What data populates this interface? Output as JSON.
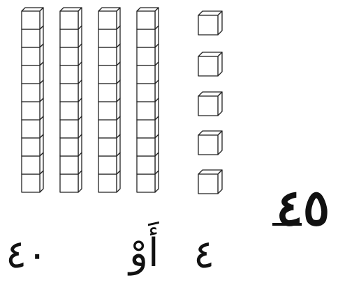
{
  "blocks": {
    "tens_rods": 4,
    "cubes_per_rod": 10,
    "ones_cubes": 5
  },
  "number": {
    "arabic_indic": "٤٥"
  },
  "decomposition": {
    "tens_value": "٤٠",
    "or_word": "أَوْ",
    "tens_count": "٤"
  },
  "colors": {
    "stroke": "#222222",
    "face": "#ffffff",
    "text": "#111111"
  }
}
